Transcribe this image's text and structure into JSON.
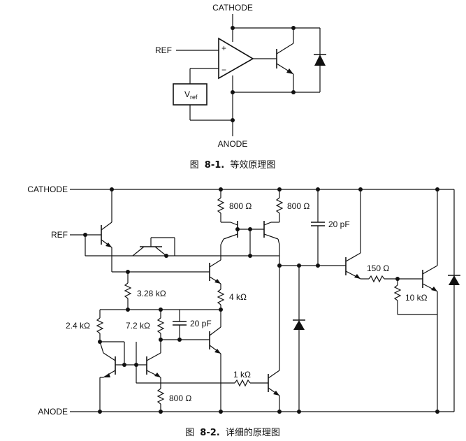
{
  "figure1": {
    "cathode_label": "CATHODE",
    "ref_label": "REF",
    "anode_label": "ANODE",
    "plus_sign": "+",
    "minus_sign": "−",
    "vref_main": "V",
    "vref_sub": "ref",
    "caption_prefix": "图",
    "caption_number": "8-1.",
    "caption_text": "等效原理图"
  },
  "figure2": {
    "cathode_label": "CATHODE",
    "ref_label": "REF",
    "anode_label": "ANODE",
    "r_800_left": "800 Ω",
    "r_800_right": "800 Ω",
    "c_20pf_top": "20 pF",
    "r_3_28k": "3.28 kΩ",
    "r_4k": "4 kΩ",
    "r_2_4k": "2.4 kΩ",
    "r_7_2k": "7.2 kΩ",
    "c_20pf_mid": "20 pF",
    "r_1k": "1 kΩ",
    "r_800_bottom": "800 Ω",
    "r_150": "150 Ω",
    "r_10k": "10 kΩ",
    "caption_prefix": "图",
    "caption_number": "8-2.",
    "caption_text": "详细的原理图"
  }
}
